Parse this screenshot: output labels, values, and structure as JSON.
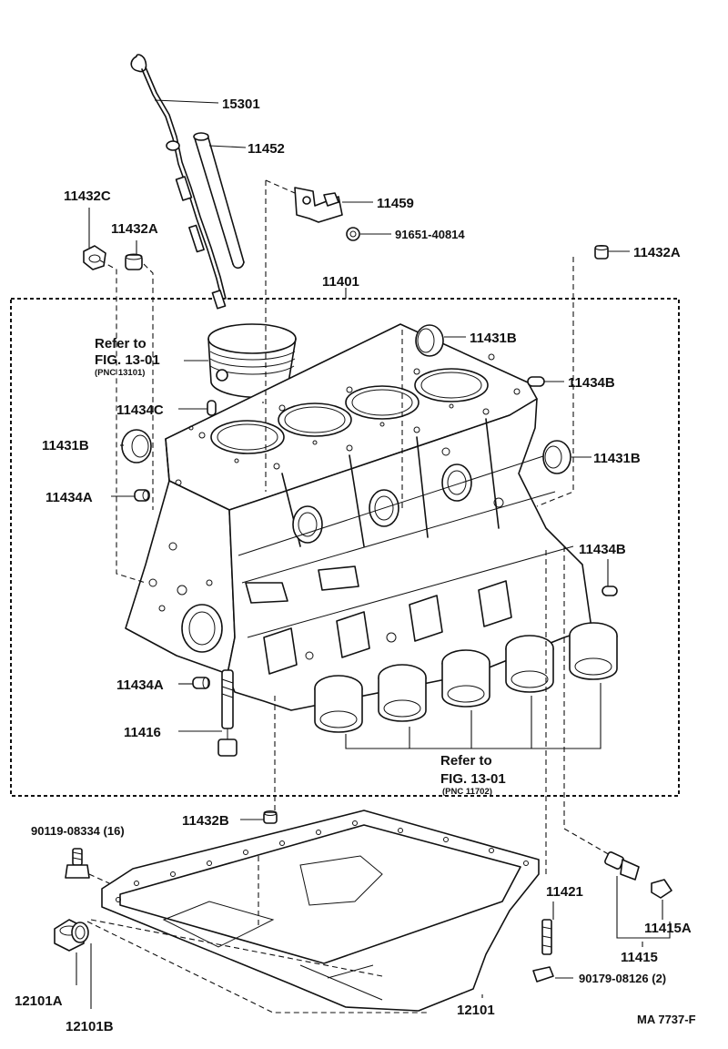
{
  "labels": {
    "p15301": "15301",
    "p11452": "11452",
    "p11459": "11459",
    "p91651": "91651-40814",
    "p11432C": "11432C",
    "p11432A_left": "11432A",
    "p11432A_right": "11432A",
    "p11401": "11401",
    "p11431B_top": "11431B",
    "p11434B_top": "11434B",
    "p11431B_left": "11431B",
    "p11431B_right": "11431B",
    "p11434C": "11434C",
    "p11434A_upper": "11434A",
    "p11434B_right": "11434B",
    "p11434A_lower": "11434A",
    "p11416": "11416",
    "p11432B": "11432B",
    "p90119": "90119-08334 (16)",
    "p11421": "11421",
    "p11415A": "11415A",
    "p11415": "11415",
    "p90179": "90179-08126 (2)",
    "p12101A": "12101A",
    "p12101B": "12101B",
    "p12101": "12101"
  },
  "references": {
    "piston": {
      "line1": "Refer to",
      "line2": "FIG. 13-01",
      "line3": "(PNC 13101)"
    },
    "bearings": {
      "line1": "Refer to",
      "line2": "FIG. 13-01",
      "line3": "(PNC 11702)"
    }
  },
  "diagram_code": "MA 7737-F"
}
